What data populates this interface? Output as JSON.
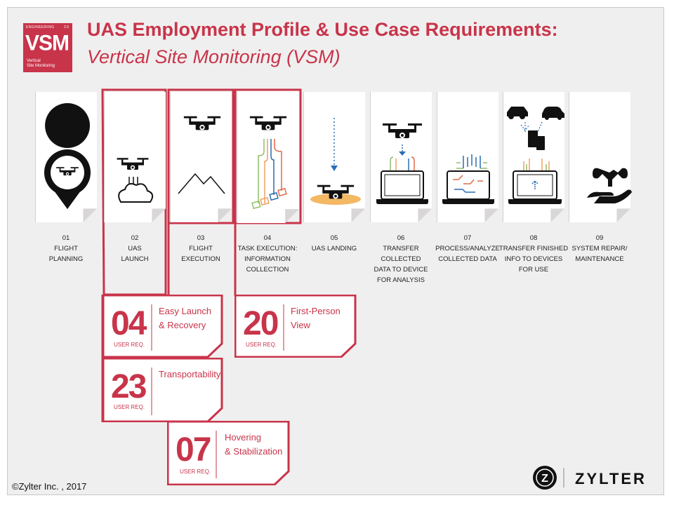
{
  "badge": {
    "top": "ENGINEERING",
    "version": "2.5",
    "big": "VSM",
    "sub1": "Vertical",
    "sub2": "Site Monitoring"
  },
  "title": {
    "line1": "UAS Employment Profile & Use Case Requirements:",
    "line2": "Vertical Site Monitoring (VSM)"
  },
  "steps": [
    {
      "num": "01",
      "lines": [
        "FLIGHT",
        "PLANNING"
      ]
    },
    {
      "num": "02",
      "lines": [
        "UAS",
        "LAUNCH"
      ]
    },
    {
      "num": "03",
      "lines": [
        "FLIGHT",
        "EXECUTION"
      ]
    },
    {
      "num": "04",
      "lines": [
        "TASK EXECUTION:",
        "INFORMATION",
        "COLLECTION"
      ]
    },
    {
      "num": "05",
      "lines": [
        "UAS LANDING"
      ]
    },
    {
      "num": "06",
      "lines": [
        "TRANSFER COLLECTED",
        "DATA TO DEVICE",
        "FOR ANALYSIS"
      ]
    },
    {
      "num": "07",
      "lines": [
        "PROCESS/ANALYZE",
        "COLLECTED DATA"
      ]
    },
    {
      "num": "08",
      "lines": [
        "TRANSFER FINISHED",
        "INFO TO DEVICES",
        "FOR USE"
      ]
    },
    {
      "num": "09",
      "lines": [
        "SYSTEM REPAIR/",
        "MAINTENANCE"
      ]
    }
  ],
  "requirements": [
    {
      "num": "04",
      "label": "USER REQ.",
      "line1": "Easy Launch",
      "line2": "& Recovery"
    },
    {
      "num": "20",
      "label": "USER REQ.",
      "line1": "First-Person",
      "line2": "View"
    },
    {
      "num": "23",
      "label": "USER REQ.",
      "line1": "Transportability",
      "line2": ""
    },
    {
      "num": "07",
      "label": "USER REQ.",
      "line1": "Hovering",
      "line2": "& Stabilization"
    }
  ],
  "footer": {
    "copyright": "©Zylter Inc. , 2017",
    "logo": "ZYLTER",
    "logo_mark": "Z"
  },
  "colors": {
    "accent": "#c8344a",
    "panel": "#ffffff",
    "background": "#f0efef"
  }
}
